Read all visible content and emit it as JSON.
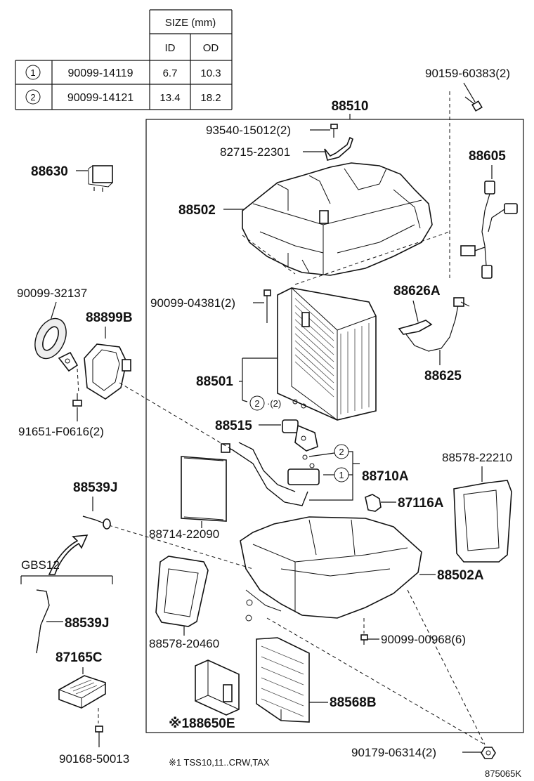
{
  "size_table": {
    "header": "SIZE (mm)",
    "col_id": "ID",
    "col_od": "OD",
    "rows": [
      {
        "mark": "1",
        "part": "90099-14119",
        "id": "6.7",
        "od": "10.3"
      },
      {
        "mark": "2",
        "part": "90099-14121",
        "id": "13.4",
        "od": "18.2"
      }
    ]
  },
  "labels": {
    "p90159": "90159-60383(2)",
    "p88510": "88510",
    "p93540": "93540-15012(2)",
    "p82715": "82715-22301",
    "p88605": "88605",
    "p88630": "88630",
    "p88502": "88502",
    "p90099_32137": "90099-32137",
    "p88899B": "88899B",
    "p90099_04381": "90099-04381(2)",
    "p88626A": "88626A",
    "p88501": "88501",
    "p88625": "88625",
    "p91651": "91651-F0616(2)",
    "p88515": "88515",
    "p88578_22210": "88578-22210",
    "p88710A": "88710A",
    "p88539J_top": "88539J",
    "p87116A": "87116A",
    "p88714": "88714-22090",
    "gbs12": "GBS12",
    "p88502A": "88502A",
    "p88539J_bot": "88539J",
    "p88578_20460": "88578-20460",
    "p90099_00968": "90099-00968(6)",
    "p87165C": "87165C",
    "p88568B": "88568B",
    "p88650E": "※188650E",
    "p90168": "90168-50013",
    "p90179": "90179-06314(2)",
    "footnote": "※1 TSS10,11..CRW,TAX",
    "ref_code": "875065K",
    "mark2_evap": "2",
    "mark2_evap_qty": "·(2)",
    "mark2_pipe": "2",
    "mark1_pipe": "1"
  }
}
